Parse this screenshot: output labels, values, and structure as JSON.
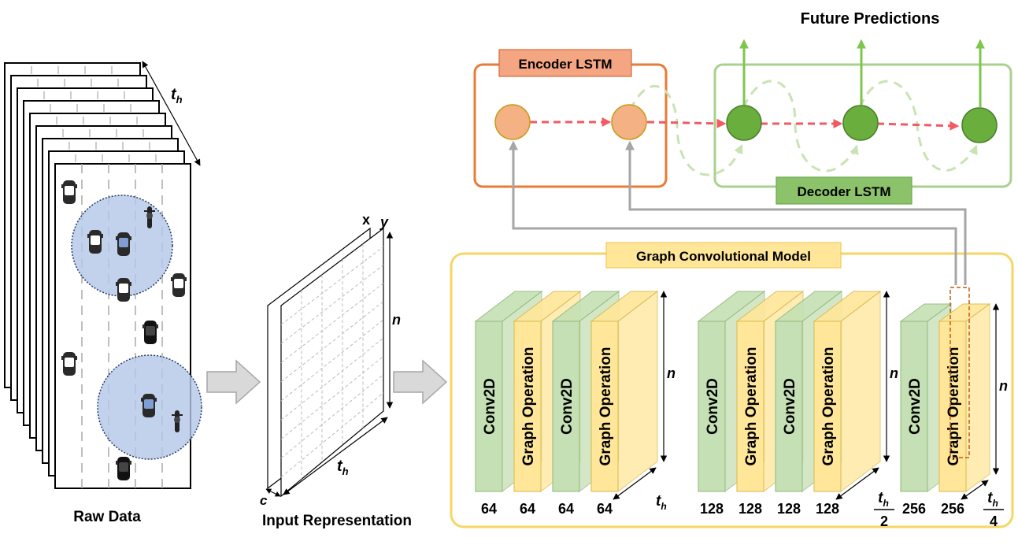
{
  "title": "Future Predictions",
  "raw_data": {
    "caption": "Raw Data",
    "time_label": "t",
    "time_sub": "h"
  },
  "input_representation": {
    "caption": "Input Representation",
    "x_label": "x",
    "y_label": "y",
    "n_label": "n",
    "c_label": "c",
    "t_label": "t",
    "t_sub": "h"
  },
  "encoder": {
    "label": "Encoder LSTM",
    "color": "#f4a582",
    "border": "#e87b35"
  },
  "decoder": {
    "label": "Decoder LSTM",
    "color": "#8cc36a",
    "border": "#a9d18e"
  },
  "gcm": {
    "label": "Graph Convolutional Model",
    "color": "#fee599",
    "border": "#f2d25b",
    "conv_label": "Conv2D",
    "graph_label": "Graph Operation",
    "n_label": "n",
    "groups": [
      {
        "blocks": [
          "64",
          "64",
          "64",
          "64"
        ],
        "time_num": "t",
        "time_sub": "h",
        "time_den": ""
      },
      {
        "blocks": [
          "128",
          "128",
          "128",
          "128"
        ],
        "time_num": "t",
        "time_sub": "h",
        "time_den": "2"
      },
      {
        "blocks": [
          "256",
          "256"
        ],
        "time_num": "t",
        "time_sub": "h",
        "time_den": "4"
      }
    ]
  },
  "colors": {
    "conv_green": "#c5e0b4",
    "graph_yellow": "#ffe699",
    "node_orange": "#f4b183",
    "node_green": "#6aaf3d",
    "arrow_red": "#f25a63",
    "arrow_green": "#7fc64d",
    "arrow_gray": "#a6a6a6",
    "circle_blue": "#b4c7e7"
  }
}
